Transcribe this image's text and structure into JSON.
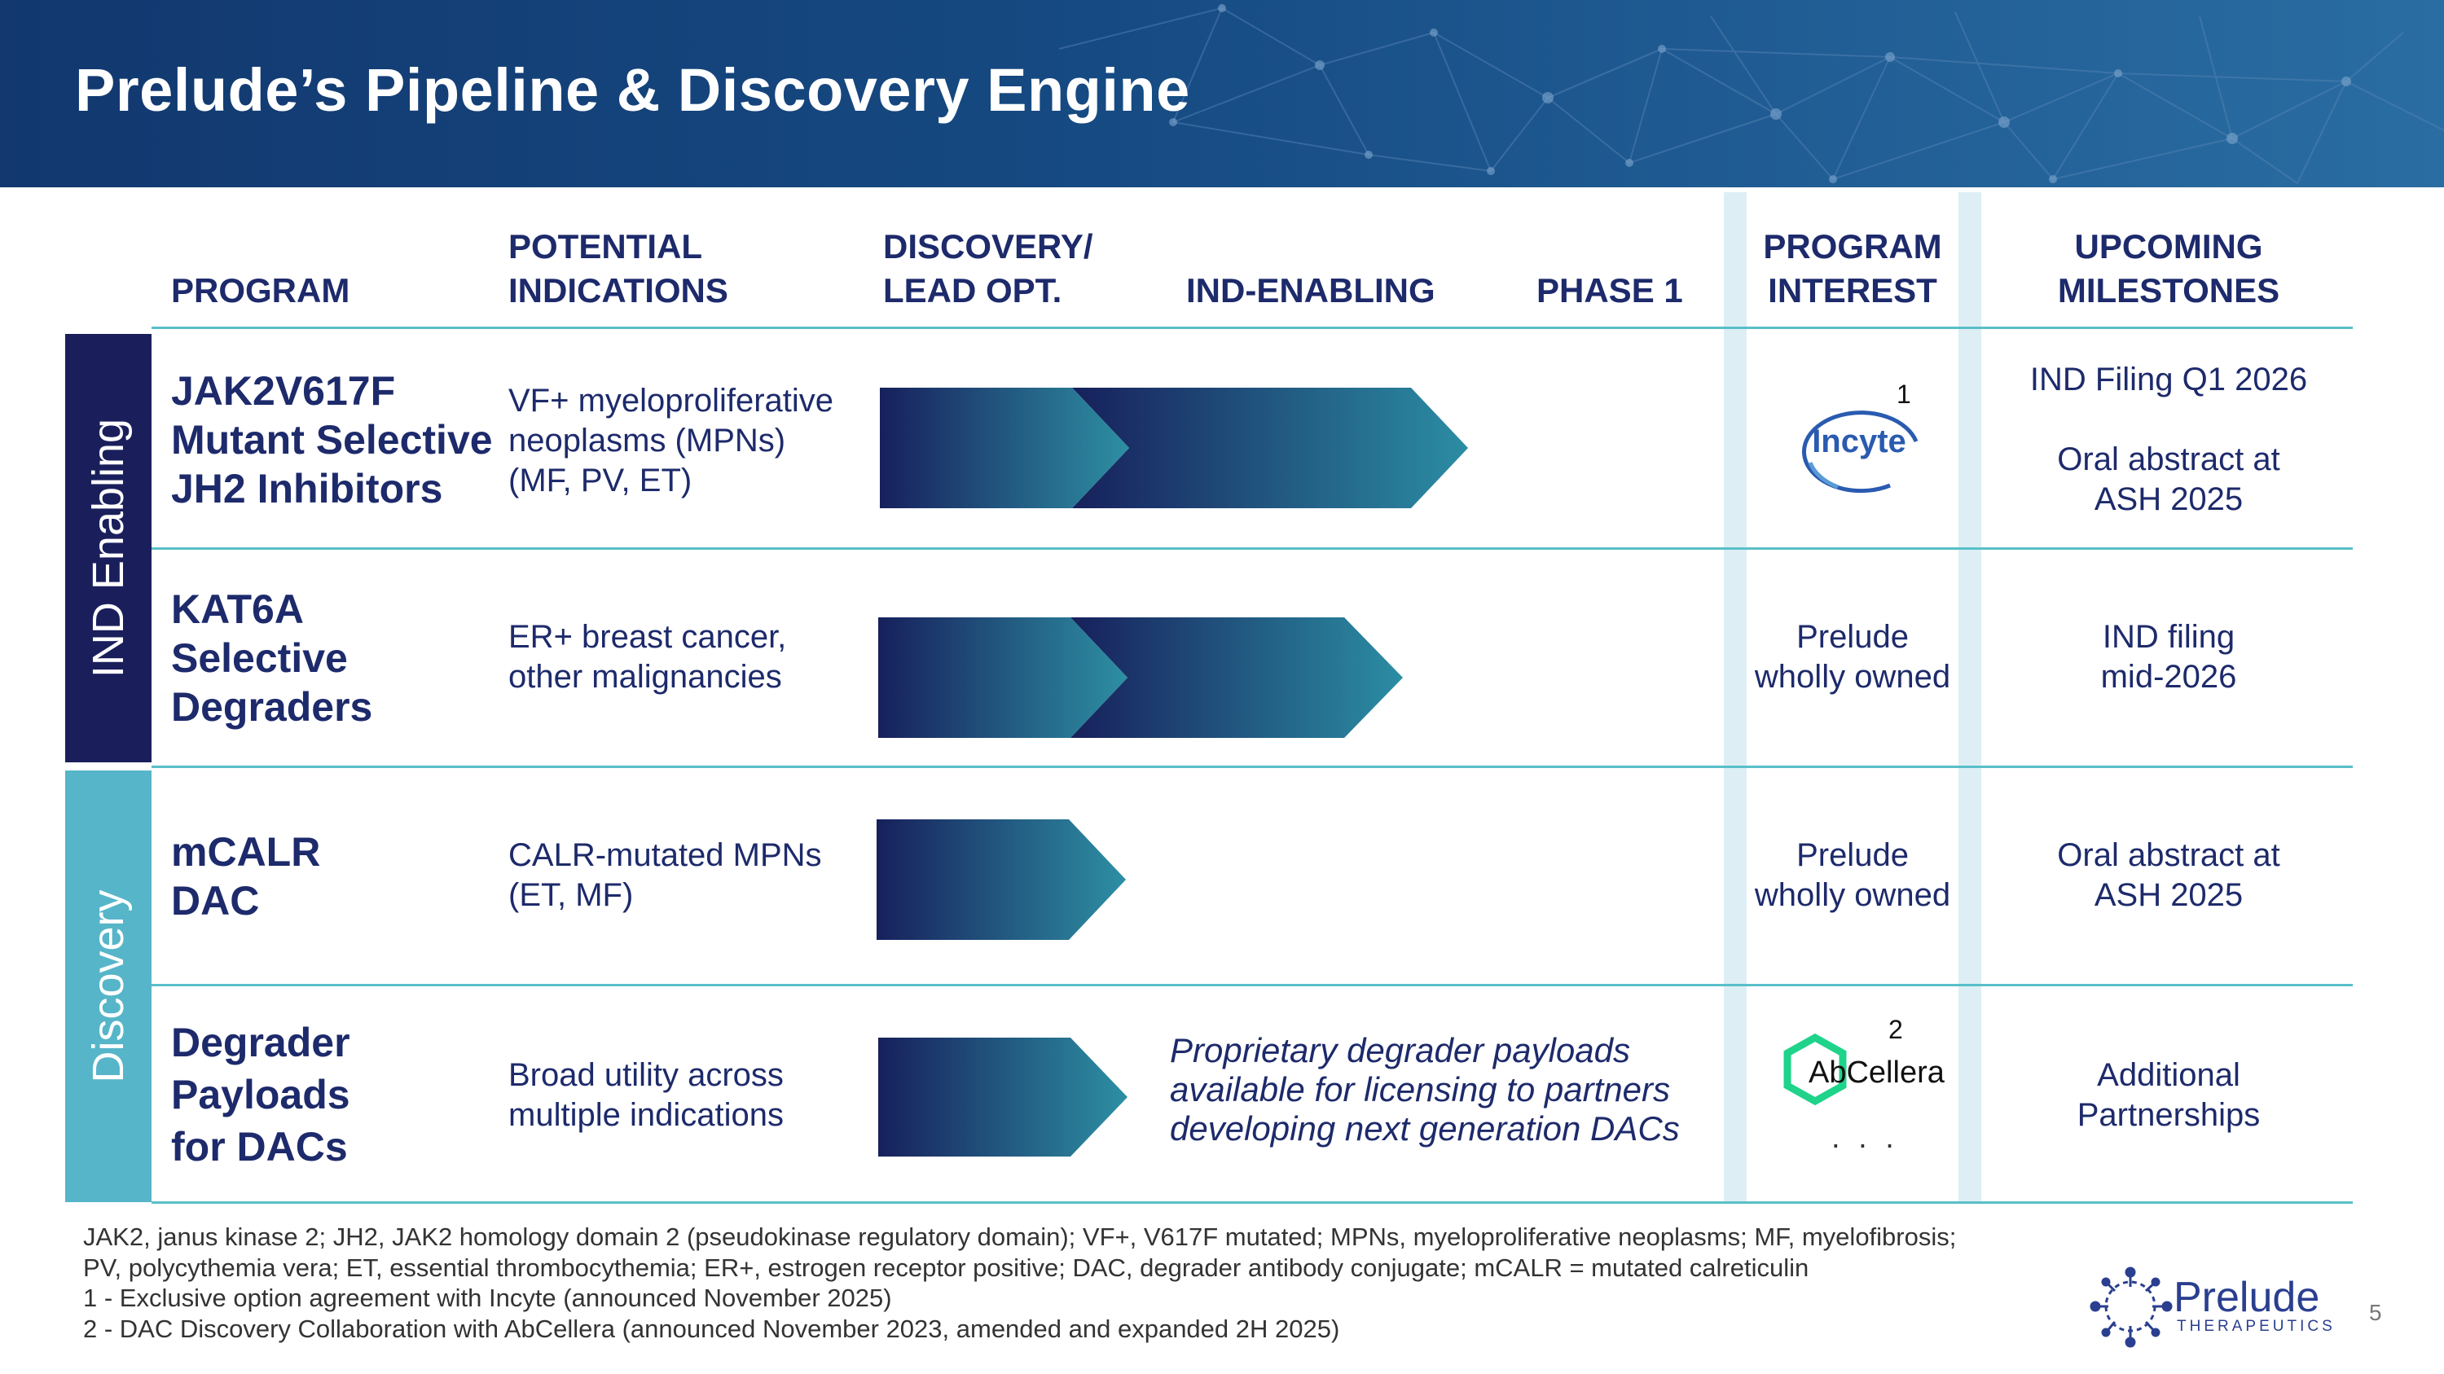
{
  "slide": {
    "title": "Prelude’s Pipeline & Discovery Engine",
    "page_number": "5"
  },
  "headers": {
    "program": "PROGRAM",
    "indications": [
      "POTENTIAL",
      "INDICATIONS"
    ],
    "discovery": [
      "DISCOVERY/",
      "LEAD OPT."
    ],
    "ind_enabling": "IND-ENABLING",
    "phase1": "PHASE 1",
    "interest": [
      "PROGRAM",
      "INTEREST"
    ],
    "milestones": [
      "UPCOMING",
      "MILESTONES"
    ]
  },
  "categories": {
    "ind_enabling": "IND Enabling",
    "discovery": "Discovery",
    "colors": {
      "ind_enabling": "#1a1f5c",
      "discovery": "#56b5c9"
    }
  },
  "rows": [
    {
      "program": [
        "JAK2V617F",
        "Mutant Selective",
        "JH2 Inhibitors"
      ],
      "indications": [
        "VF+ myeloproliferative",
        "neoplasms (MPNs)",
        "(MF, PV, ET)"
      ],
      "stage": "IND-ENABLING",
      "interest_logo": "incyte-logo",
      "interest_logo_text": "Incyte",
      "interest_sup": "1",
      "milestones": [
        "IND Filing Q1 2026",
        "",
        "Oral abstract at",
        "ASH 2025"
      ]
    },
    {
      "program": [
        "KAT6A",
        "Selective",
        "Degraders"
      ],
      "indications": [
        "ER+ breast cancer,",
        "other malignancies"
      ],
      "stage": "IND-ENABLING",
      "interest": [
        "Prelude",
        "wholly owned"
      ],
      "milestones": [
        "IND filing",
        "mid-2026"
      ]
    },
    {
      "program": [
        "mCALR",
        "DAC"
      ],
      "indications": [
        "CALR-mutated MPNs",
        "(ET, MF)"
      ],
      "stage": "DISCOVERY/ LEAD OPT.",
      "interest": [
        "Prelude",
        "wholly owned"
      ],
      "milestones": [
        "Oral abstract at",
        "ASH 2025"
      ]
    },
    {
      "program": [
        "Degrader",
        "Payloads",
        "for DACs"
      ],
      "indications": [
        "Broad utility across",
        "multiple indications"
      ],
      "stage": "DISCOVERY/ LEAD OPT.",
      "note": [
        "Proprietary degrader payloads",
        "available for licensing to partners",
        "developing next generation DACs"
      ],
      "interest_logo": "abcellera-logo",
      "interest_logo_text": "AbCellera",
      "interest_sup": "2",
      "interest_more": ". . .",
      "milestones": [
        "Additional",
        "Partnerships"
      ]
    }
  ],
  "footnotes": [
    "JAK2, janus kinase 2; JH2, JAK2 homology domain 2 (pseudokinase regulatory domain); VF+, V617F mutated; MPNs, myeloproliferative neoplasms; MF, myelofibrosis;",
    "PV, polycythemia vera; ET, essential thrombocythemia; ER+, estrogen receptor positive; DAC, degrader antibody conjugate; mCALR = mutated calreticulin",
    "1 - Exclusive option agreement with Incyte (announced November 2025)",
    "2 - DAC Discovery Collaboration with AbCellera (announced November 2023, amended and expanded 2H 2025)"
  ],
  "brand": {
    "name": "Prelude",
    "subtitle": "THERAPEUTICS",
    "logo_icon": "prelude-molecule-icon"
  },
  "colors": {
    "navy": "#1d2a6b",
    "teal_line": "#59bfc9",
    "arrow_start": "#17205c",
    "arrow_end": "#2d8fa3",
    "stripe": "#ddeff4"
  }
}
